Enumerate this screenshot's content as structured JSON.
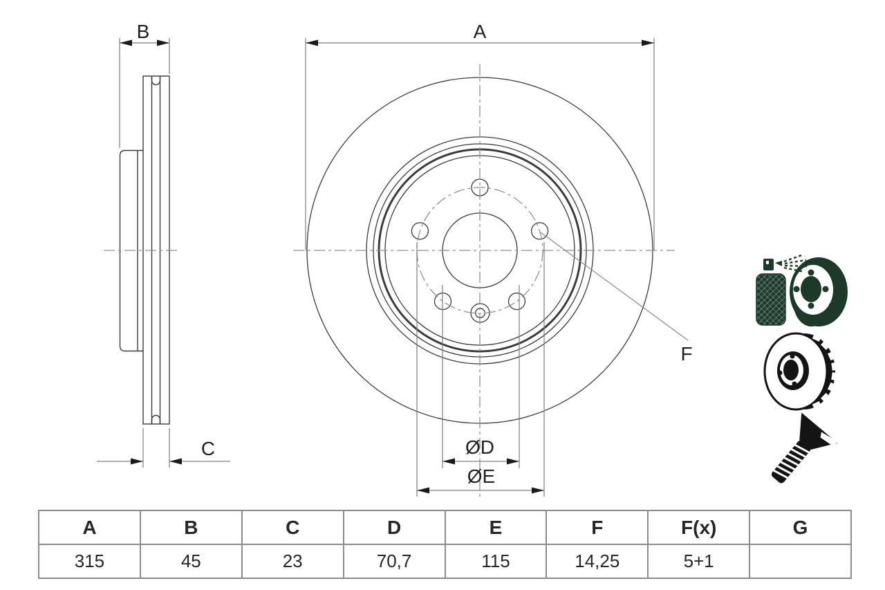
{
  "drawing": {
    "front_view": {
      "diameter_label": "A",
      "bore_diameter_label": "ØD",
      "pitch_circle_label": "ØE",
      "hole_leader_label": "F"
    },
    "side_view": {
      "total_height_label": "B",
      "friction_ring_thickness_label": "C"
    }
  },
  "icons": {
    "spray": "coating-spray-can-disc-icon",
    "disc": "vented-brake-disc-icon",
    "screw": "countersunk-screw-icon"
  },
  "colors": {
    "background": "#ffffff",
    "part_line": "#3a3a3a",
    "dim_line": "#7d7d7d",
    "centerline": "#8f8f8f",
    "arrow": "#1a1a1a",
    "table_border": "#8c8c8c",
    "text": "#1f1f1f",
    "icon_green": "#1c3a2a",
    "icon_black": "#141414"
  },
  "table": {
    "headers": [
      "A",
      "B",
      "C",
      "D",
      "E",
      "F",
      "F(x)",
      "G"
    ],
    "values": [
      "315",
      "45",
      "23",
      "70,7",
      "115",
      "14,25",
      "5+1",
      ""
    ]
  }
}
